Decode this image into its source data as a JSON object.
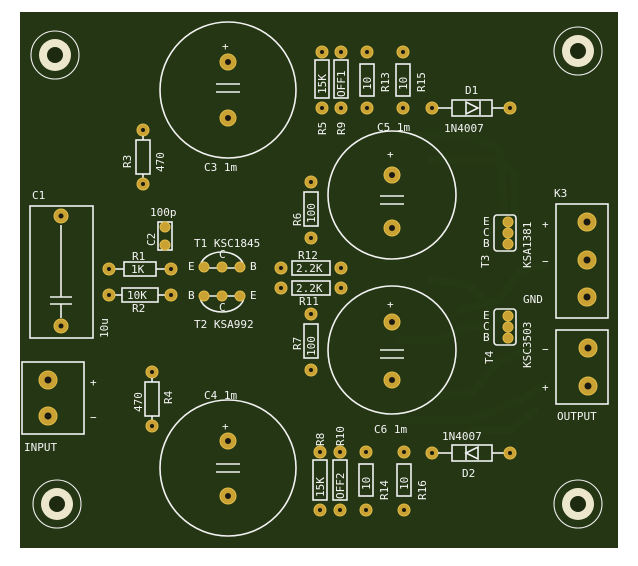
{
  "board": {
    "background_color": "#ffffff",
    "pcb_color": "#243614",
    "silkscreen_color": "#f2f2f2",
    "pad_color": "#c9a233"
  },
  "labels": {
    "c1": "C1",
    "c1_value": "10u",
    "c2": "C2",
    "c2_value": "100p",
    "c3": "C3  1m",
    "c4": "C4  1m",
    "c5": "C5  1m",
    "c6": "C6  1m",
    "r1": "R1",
    "r1_value": "1K",
    "r2": "R2",
    "r2_value": "10K",
    "r3": "R3",
    "r3_value": "470",
    "r4": "R4",
    "r4_value": "470",
    "r5": "R5",
    "r5_value": "15K",
    "r6": "R6",
    "r6_value": "100",
    "r7": "R7",
    "r7_value": "100",
    "r8": "R8",
    "r8_value": "15K",
    "r9": "R9",
    "r9_value": "OFF1",
    "r10": "R10",
    "r10_value": "OFF2",
    "r11": "R11",
    "r11_value": "2.2K",
    "r12": "R12",
    "r12_value": "2.2K",
    "r13": "R13",
    "r13_value": "10",
    "r14": "R14",
    "r14_value": "10",
    "r15": "R15",
    "r15_value": "10",
    "r16": "R16",
    "r16_value": "10",
    "d1": "D1",
    "d1_value": "1N4007",
    "d2": "D2",
    "d2_value": "1N4007",
    "t1": "T1 KSC1845",
    "t2": "T2 KSA992",
    "t3": "T3",
    "t3_value": "KSA1381",
    "t4": "T4",
    "t4_value": "KSC3503",
    "k3": "K3",
    "gnd": "GND",
    "input": "INPUT",
    "output": "OUTPUT",
    "plus": "+",
    "minus": "−",
    "pin_e": "E",
    "pin_b": "B",
    "pin_c": "C"
  }
}
